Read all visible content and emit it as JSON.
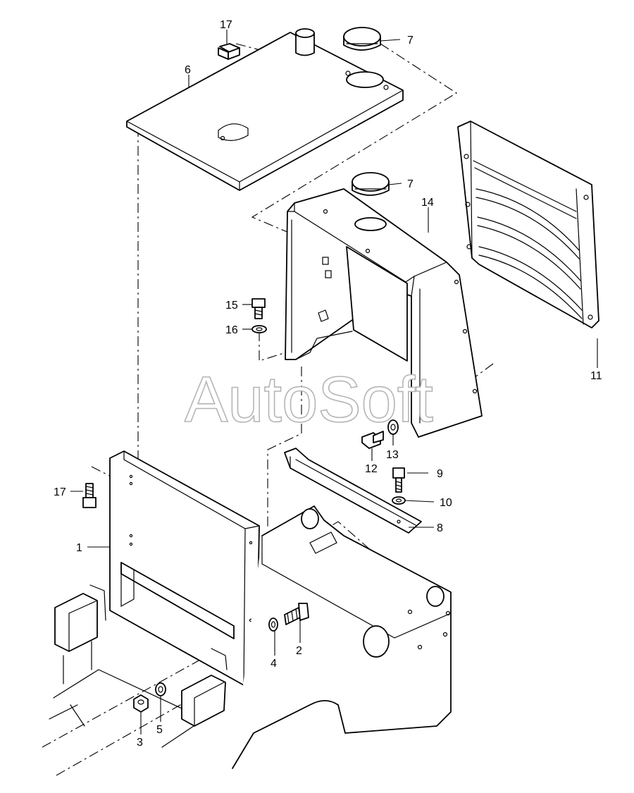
{
  "watermark": "AutoSoft",
  "callouts": {
    "c1": "1",
    "c2": "2",
    "c3": "3",
    "c4": "4",
    "c5": "5",
    "c6": "6",
    "c7a": "7",
    "c7b": "7",
    "c8": "8",
    "c9": "9",
    "c10": "10",
    "c11": "11",
    "c12": "12",
    "c13": "13",
    "c14": "14",
    "c15": "15",
    "c16": "16",
    "c17a": "17",
    "c17b": "17"
  },
  "colors": {
    "line": "#000000",
    "background": "#ffffff",
    "watermark": "#b5b5b5"
  }
}
